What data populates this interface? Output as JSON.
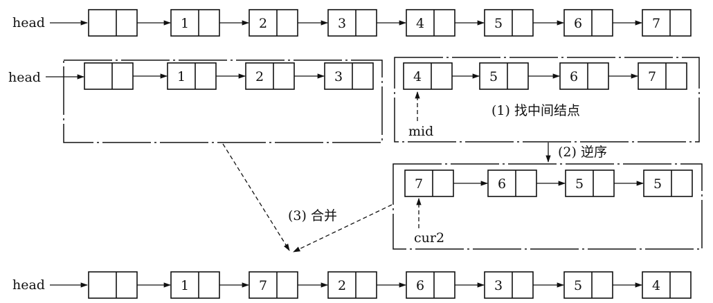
{
  "labels": {
    "head": "head",
    "mid": "mid",
    "cur2": "cur2",
    "step1": "(1) 找中间结点",
    "step2": "(2) 逆序",
    "step3": "(3) 合并"
  },
  "rows": {
    "original": [
      "",
      "1",
      "2",
      "3",
      "4",
      "5",
      "6",
      "7"
    ],
    "first_half": [
      "",
      "1",
      "2",
      "3"
    ],
    "second_half": [
      "4",
      "5",
      "6",
      "7"
    ],
    "reversed": [
      "7",
      "6",
      "5",
      "5"
    ],
    "merged": [
      "",
      "1",
      "7",
      "2",
      "6",
      "3",
      "5",
      "4"
    ]
  }
}
